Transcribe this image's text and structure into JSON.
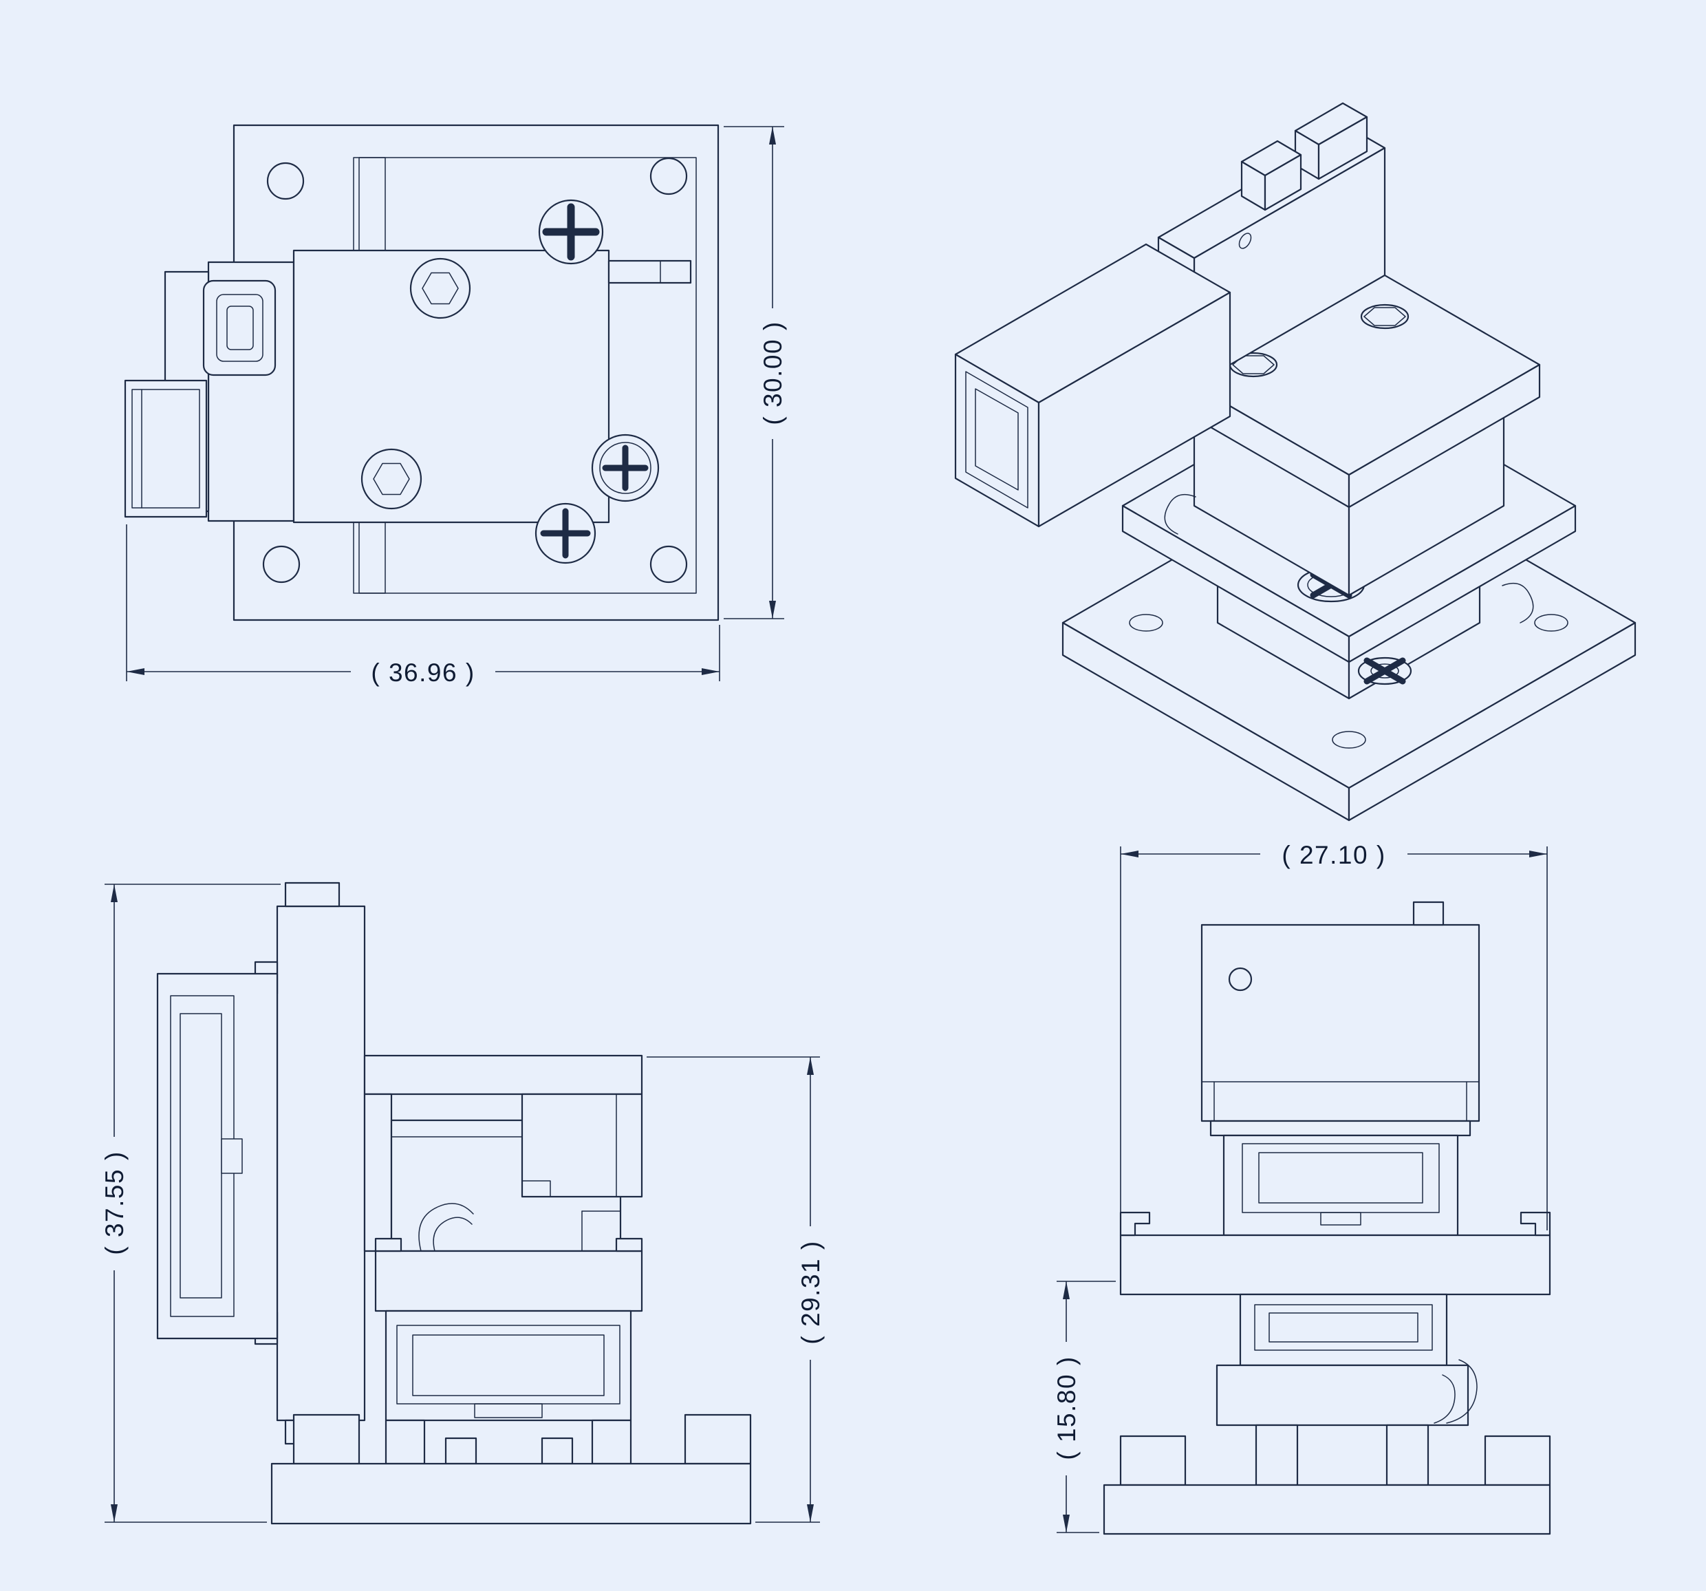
{
  "colors": {
    "background": "#e9f0fb",
    "line": "#1e2b45",
    "text": "#0f1b33"
  },
  "views": {
    "top": {
      "width_dim": "( 36.96 )",
      "height_dim": "( 30.00 )"
    },
    "side": {
      "overall_height_dim": "( 37.55 )",
      "assembly_height_dim": "( 29.31 )"
    },
    "front": {
      "width_dim": "( 27.10 )",
      "lower_height_dim": "( 15.80 )"
    }
  }
}
